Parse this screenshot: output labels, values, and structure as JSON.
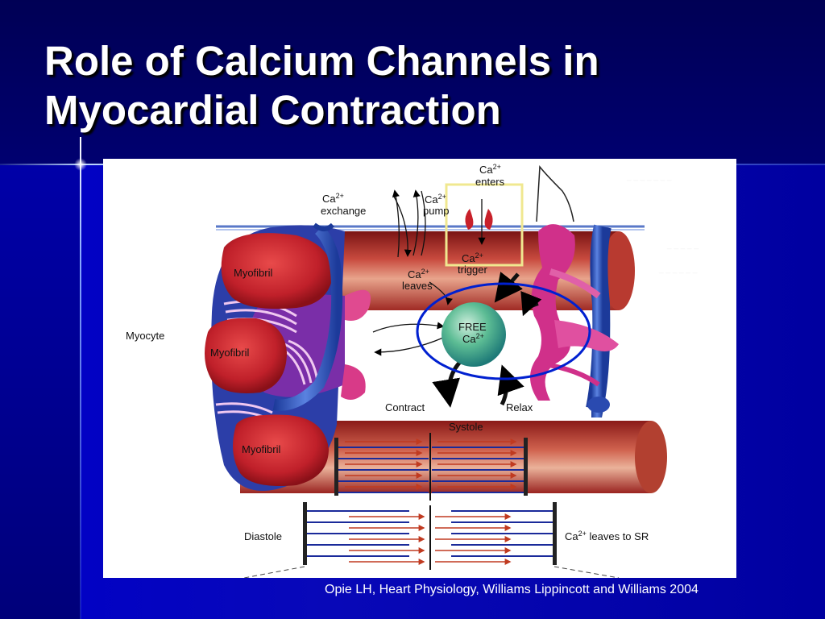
{
  "slide": {
    "title_line1": "Role of Calcium Channels in",
    "title_line2": "Myocardial Contraction",
    "citation": "Opie LH,  Heart Physiology, Williams Lippincott and Williams 2004"
  },
  "figure": {
    "labels": {
      "ca_exchange_1": "Ca",
      "ca_exchange_sup": "2+",
      "ca_exchange_2": "exchange",
      "ca_pump_1": "Ca",
      "ca_pump_sup": "2+",
      "ca_pump_2": "pump",
      "ca_enters_1": "Ca",
      "ca_enters_sup": "2+",
      "ca_enters_2": "enters",
      "ca_trigger_1": "Ca",
      "ca_trigger_sup": "2+",
      "ca_trigger_2": "trigger",
      "ca_leaves_1": "Ca",
      "ca_leaves_sup": "2+",
      "ca_leaves_2": "leaves",
      "myofibril_1": "Myofibril",
      "myofibril_2": "Myofibril",
      "myofibril_3": "Myofibril",
      "myocyte": "Myocyte",
      "free_1": "FREE",
      "free_2": "Ca",
      "free_sup": "2+",
      "contract": "Contract",
      "relax": "Relax",
      "systole": "Systole",
      "diastole": "Diastole",
      "ca_leaves_sr_1": "Ca",
      "ca_leaves_sr_sup": "2+",
      "ca_leaves_sr_2": "leaves to SR"
    },
    "colors": {
      "myofibril_red": "#c8202a",
      "membrane_blue": "#3050b8",
      "sr_magenta": "#d0308a",
      "free_ca_green": "#3aa680",
      "highlight_circle": "#0020d0",
      "highlight_box": "#f0e890"
    }
  }
}
